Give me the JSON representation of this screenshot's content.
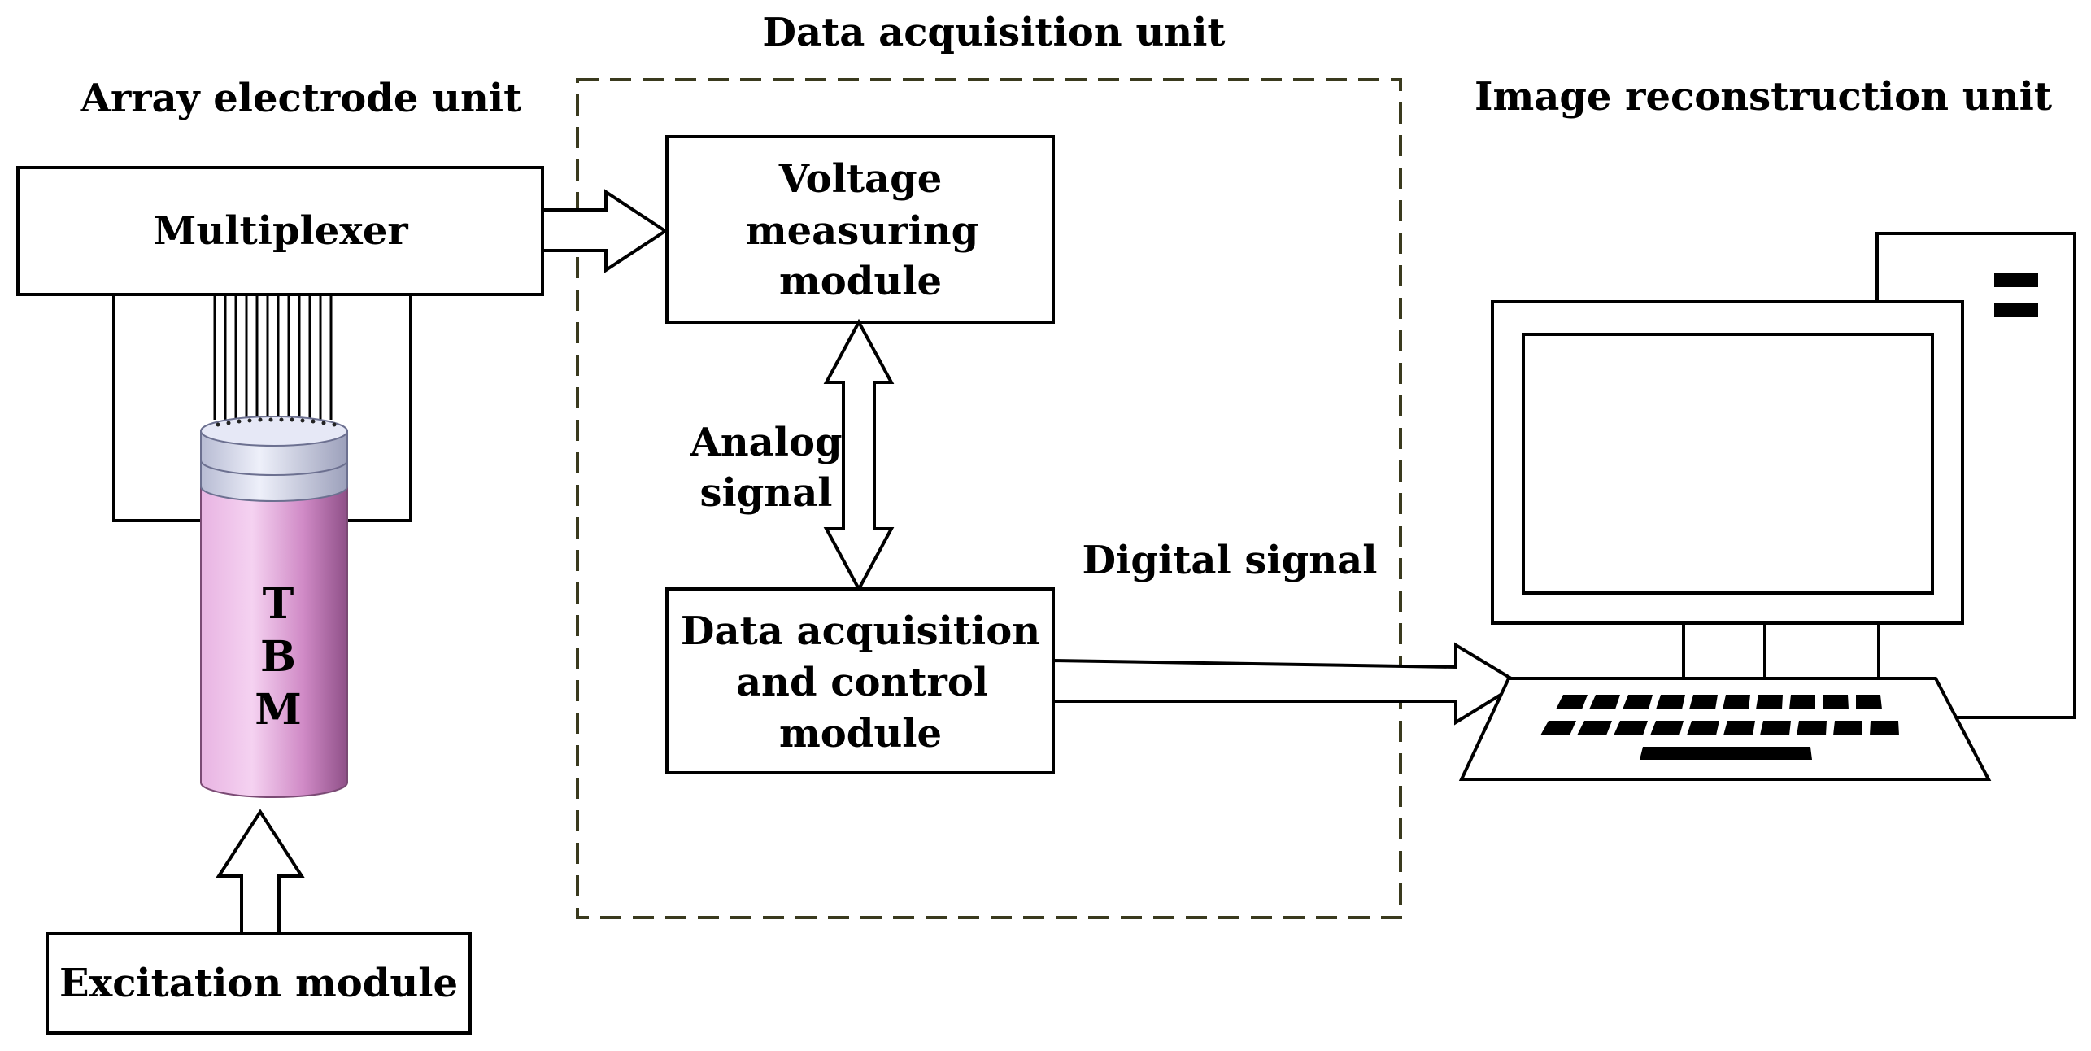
{
  "units": {
    "array_electrode": "Array electrode unit",
    "data_acquisition": "Data acquisition unit",
    "image_reconstruction": "Image reconstruction unit"
  },
  "modules": {
    "multiplexer": "Multiplexer",
    "excitation": "Excitation module",
    "voltage_line1": "Voltage",
    "voltage_line2": "measuring",
    "voltage_line3": "module",
    "daq_line1": "Data acquisition",
    "daq_line2": "and control",
    "daq_line3": "module"
  },
  "signals": {
    "analog_line1": "Analog",
    "analog_line2": "signal",
    "digital": "Digital signal"
  },
  "tbm": {
    "letter1": "T",
    "letter2": "B",
    "letter3": "M"
  },
  "colors": {
    "dashed_border": "#3a3a1e",
    "tbm_body_light": "#f2c8ee",
    "tbm_body_mid": "#d98fce",
    "tbm_body_dark": "#9a5a92",
    "tbm_cap_light": "#e8eaf6",
    "tbm_cap_dark": "#a9adc6"
  }
}
